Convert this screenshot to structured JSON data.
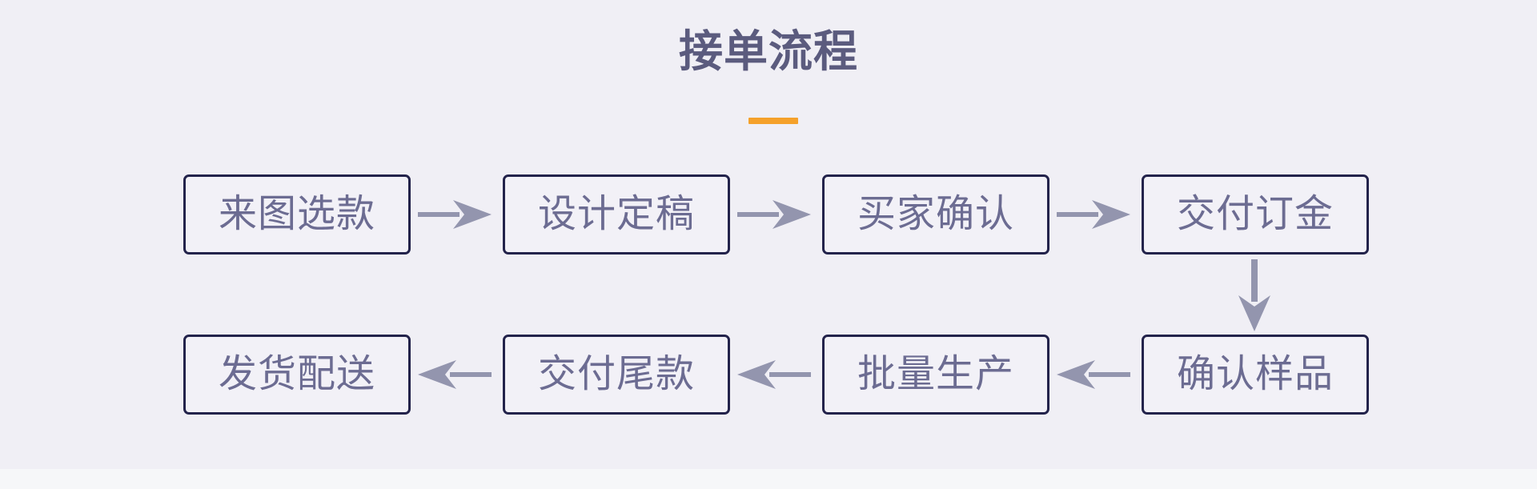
{
  "page": {
    "title": "接单流程",
    "background_color": "#f0eff5",
    "outer_background_color": "#f6f7f9"
  },
  "title_block": {
    "heading": "接单流程",
    "heading_color": "#5b5b7e",
    "accent_bar_color": "#f5a12b"
  },
  "diagram": {
    "node_border_color": "#23234b",
    "node_fill_color": "#f2f1f7",
    "node_text_color": "#6c6c92",
    "arrow_color": "#9395ae",
    "rows": [
      {
        "direction": "left-to-right",
        "nodes": [
          {
            "label": "来图选款"
          },
          {
            "label": "设计定稿"
          },
          {
            "label": "买家确认"
          },
          {
            "label": "交付订金"
          }
        ],
        "connectors": [
          {
            "type": "arrow-right"
          },
          {
            "type": "arrow-right"
          },
          {
            "type": "arrow-right"
          }
        ]
      },
      {
        "direction": "right-to-left",
        "nodes": [
          {
            "label": "发货配送"
          },
          {
            "label": "交付尾款"
          },
          {
            "label": "批量生产"
          },
          {
            "label": "确认样品"
          }
        ],
        "connectors": [
          {
            "type": "arrow-left"
          },
          {
            "type": "arrow-left"
          },
          {
            "type": "arrow-left"
          }
        ]
      }
    ],
    "row_connector": {
      "type": "arrow-down",
      "from": "交付订金",
      "to": "确认样品"
    }
  }
}
